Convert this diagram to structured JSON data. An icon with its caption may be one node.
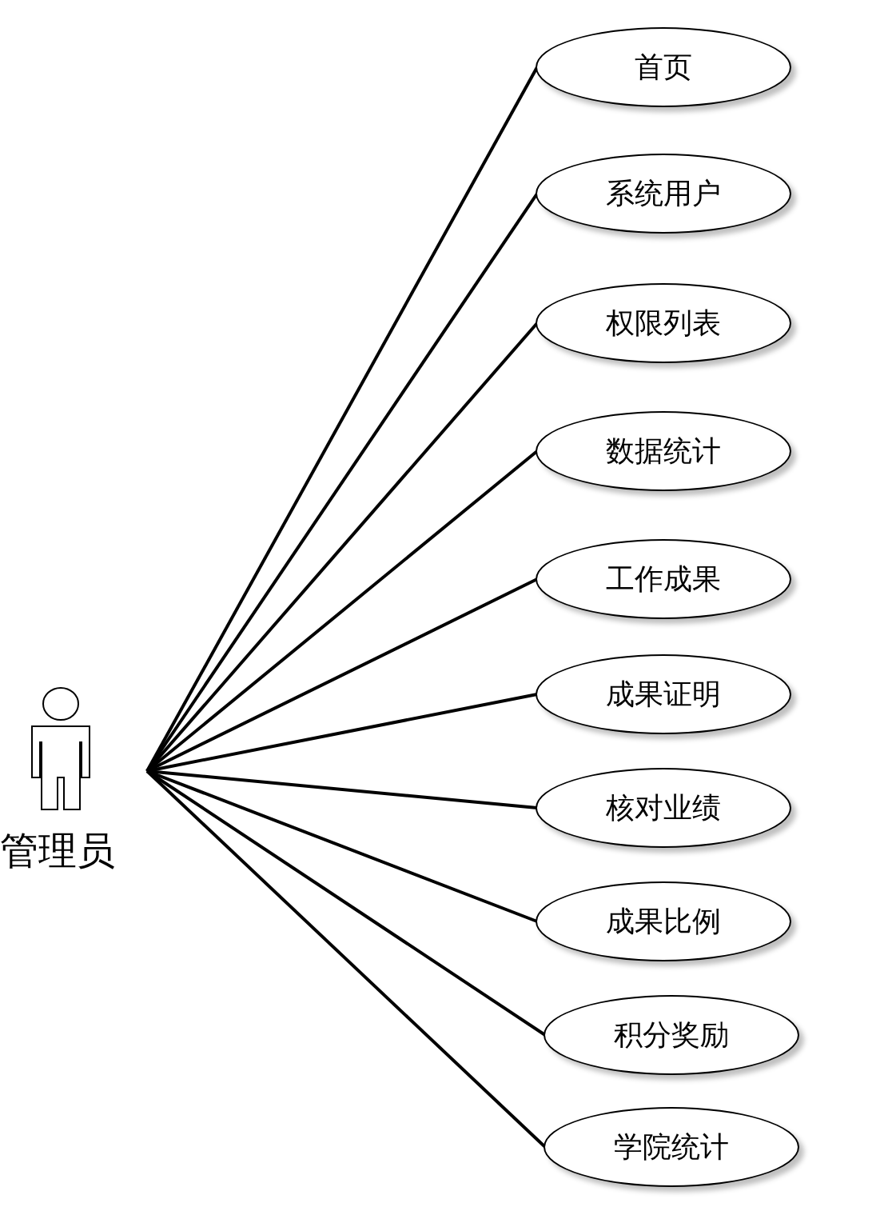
{
  "diagram": {
    "nodes": [
      {
        "text": [
          "管理员"
        ]
      },
      {
        "text": [
          "首页"
        ]
      },
      {
        "text": [
          "系统用户"
        ]
      },
      {
        "text": [
          "权限列表"
        ]
      },
      {
        "text": [
          "数据统计"
        ]
      },
      {
        "text": [
          "工作成果"
        ]
      },
      {
        "text": [
          "成果证明"
        ]
      },
      {
        "text": [
          "核对业绩"
        ]
      },
      {
        "text": [
          "成果比例"
        ]
      },
      {
        "text": [
          "积分奖励"
        ]
      },
      {
        "text": [
          "学院统计"
        ]
      }
    ],
    "edges": [
      {
        "from": 0,
        "to": 1,
        "arrow": "none"
      },
      {
        "from": 0,
        "to": 2,
        "arrow": "none"
      },
      {
        "from": 0,
        "to": 3,
        "arrow": "none"
      },
      {
        "from": 0,
        "to": 4,
        "arrow": "none"
      },
      {
        "from": 0,
        "to": 5,
        "arrow": "none"
      },
      {
        "from": 0,
        "to": 6,
        "arrow": "none"
      },
      {
        "from": 0,
        "to": 7,
        "arrow": "none"
      },
      {
        "from": 0,
        "to": 8,
        "arrow": "none"
      },
      {
        "from": 0,
        "to": 9,
        "arrow": "none"
      },
      {
        "from": 0,
        "to": 10,
        "arrow": "none"
      }
    ]
  }
}
